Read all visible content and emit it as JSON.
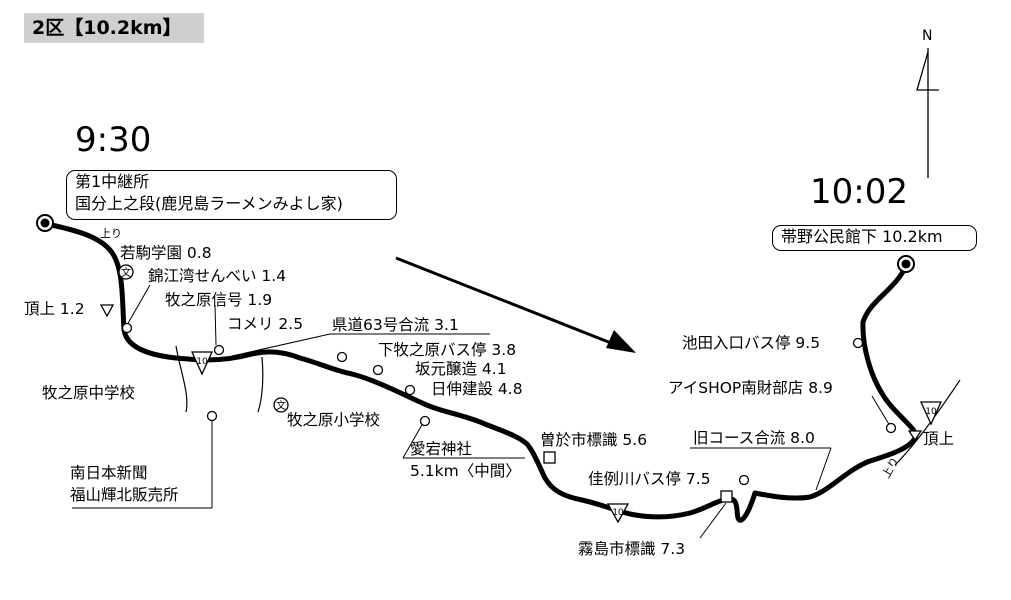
{
  "header": {
    "section_label": "2区【10.2km】"
  },
  "compass": {
    "north": "N"
  },
  "times": {
    "start": "9:30",
    "finish": "10:02"
  },
  "start_box": {
    "line1": "第1中継所",
    "line2": "国分上之段(鹿児島ラーメンみよし家)"
  },
  "finish_box": {
    "label": "帯野公民館下 10.2km"
  },
  "side_labels": {
    "uphill_start": "上り",
    "uphill_end": "上り"
  },
  "checkpoints": {
    "wakakoma": "若駒学園 0.8",
    "kinkowan": "錦江湾せんべい 1.4",
    "summit1": "頂上 1.2",
    "makinohara_signal": "牧之原信号 1.9",
    "komeri": "コメリ 2.5",
    "route63": "県道63号合流 3.1",
    "shimo_bus": "下牧之原バス停 3.8",
    "sakamoto": "坂元醸造 4.1",
    "nisshin": "日伸建設 4.8",
    "makinohara_jhs": "牧之原中学校",
    "makinohara_es": "牧之原小学校",
    "atago_l1": "愛宕神社",
    "atago_l2": "5.1km〈中間〉",
    "nannichi_l1": "南日本新聞",
    "nannichi_l2": "福山輝北販売所",
    "soo_marker": "曽於市標識 5.6",
    "old_course": "旧コース合流 8.0",
    "kareigawa_bus": "佳例川バス停 7.5",
    "kirishima_marker": "霧島市標識 7.3",
    "ikeda_bus": "池田入口バス停 9.5",
    "ai_shop": "アイSHOP南財部店 8.9",
    "summit2": "頂上"
  },
  "route_number": "10",
  "school_symbol": "文"
}
